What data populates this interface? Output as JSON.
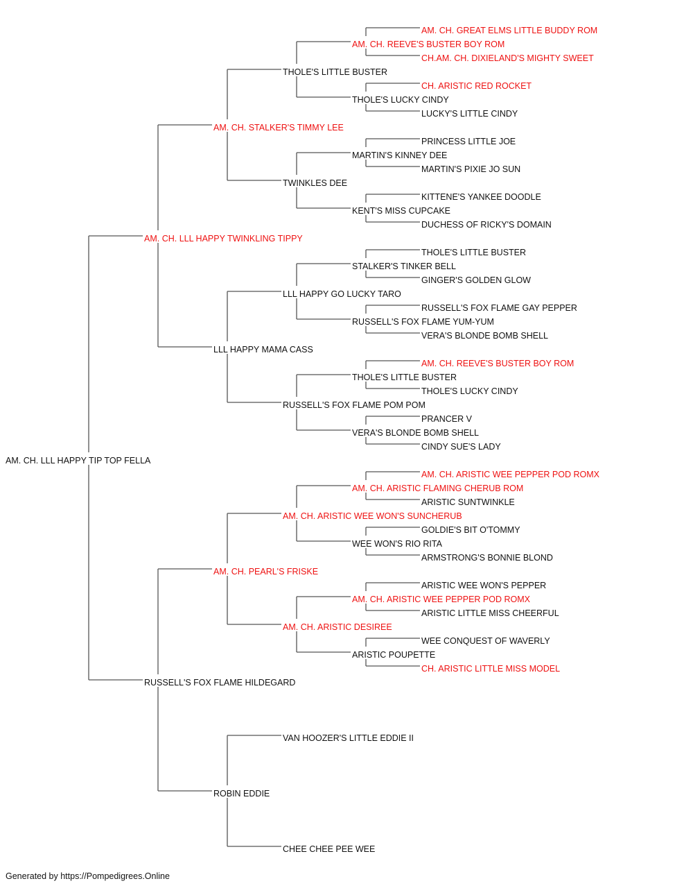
{
  "colors": {
    "champion": "#ee1111",
    "normal": "#111111",
    "line": "#555555"
  },
  "pedigree": {
    "name": "AM. CH. LLL HAPPY TIP TOP FELLA",
    "champion": false,
    "sire": {
      "name": "AM. CH. LLL HAPPY TWINKLING TIPPY",
      "champion": true,
      "sire": {
        "name": "AM. CH. STALKER'S TIMMY LEE",
        "champion": true,
        "sire": {
          "name": "THOLE'S LITTLE BUSTER",
          "champion": false,
          "sire": {
            "name": "AM. CH. REEVE'S BUSTER BOY ROM",
            "champion": true,
            "sire": {
              "name": "AM. CH. GREAT ELMS LITTLE BUDDY ROM",
              "champion": true
            },
            "dam": {
              "name": "CH.AM. CH. DIXIELAND'S MIGHTY SWEET",
              "champion": true
            }
          },
          "dam": {
            "name": "THOLE'S LUCKY CINDY",
            "champion": false,
            "sire": {
              "name": "CH. ARISTIC RED ROCKET",
              "champion": true
            },
            "dam": {
              "name": "LUCKY'S LITTLE CINDY",
              "champion": false
            }
          }
        },
        "dam": {
          "name": "TWINKLES DEE",
          "champion": false,
          "sire": {
            "name": "MARTIN'S KINNEY DEE",
            "champion": false,
            "sire": {
              "name": "PRINCESS LITTLE JOE",
              "champion": false
            },
            "dam": {
              "name": "MARTIN'S PIXIE JO SUN",
              "champion": false
            }
          },
          "dam": {
            "name": "KENT'S MISS CUPCAKE",
            "champion": false,
            "sire": {
              "name": "KITTENE'S YANKEE DOODLE",
              "champion": false
            },
            "dam": {
              "name": "DUCHESS OF RICKY'S DOMAIN",
              "champion": false
            }
          }
        }
      },
      "dam": {
        "name": "LLL HAPPY MAMA CASS",
        "champion": false,
        "sire": {
          "name": "LLL HAPPY GO LUCKY TARO",
          "champion": false,
          "sire": {
            "name": "STALKER'S TINKER BELL",
            "champion": false,
            "sire": {
              "name": "THOLE'S LITTLE BUSTER",
              "champion": false
            },
            "dam": {
              "name": "GINGER'S GOLDEN GLOW",
              "champion": false
            }
          },
          "dam": {
            "name": "RUSSELL'S FOX FLAME YUM-YUM",
            "champion": false,
            "sire": {
              "name": "RUSSELL'S FOX FLAME GAY PEPPER",
              "champion": false
            },
            "dam": {
              "name": "VERA'S BLONDE BOMB SHELL",
              "champion": false
            }
          }
        },
        "dam": {
          "name": "RUSSELL'S FOX FLAME POM POM",
          "champion": false,
          "sire": {
            "name": "THOLE'S LITTLE BUSTER",
            "champion": false,
            "sire": {
              "name": "AM. CH. REEVE'S BUSTER BOY ROM",
              "champion": true
            },
            "dam": {
              "name": "THOLE'S LUCKY CINDY",
              "champion": false
            }
          },
          "dam": {
            "name": "VERA'S BLONDE BOMB SHELL",
            "champion": false,
            "sire": {
              "name": "PRANCER V",
              "champion": false
            },
            "dam": {
              "name": "CINDY SUE'S LADY",
              "champion": false
            }
          }
        }
      }
    },
    "dam": {
      "name": "RUSSELL'S FOX FLAME HILDEGARD",
      "champion": false,
      "sire": {
        "name": "AM. CH. PEARL'S FRISKE",
        "champion": true,
        "sire": {
          "name": "AM. CH. ARISTIC WEE WON'S SUNCHERUB",
          "champion": true,
          "sire": {
            "name": "AM. CH. ARISTIC FLAMING CHERUB ROM",
            "champion": true,
            "sire": {
              "name": "AM. CH. ARISTIC WEE PEPPER POD ROMX",
              "champion": true
            },
            "dam": {
              "name": "ARISTIC SUNTWINKLE",
              "champion": false
            }
          },
          "dam": {
            "name": "WEE WON'S RIO RITA",
            "champion": false,
            "sire": {
              "name": "GOLDIE'S BIT O'TOMMY",
              "champion": false
            },
            "dam": {
              "name": "ARMSTRONG'S BONNIE BLOND",
              "champion": false
            }
          }
        },
        "dam": {
          "name": "AM. CH. ARISTIC DESIREE",
          "champion": true,
          "sire": {
            "name": "AM. CH. ARISTIC WEE PEPPER POD ROMX",
            "champion": true,
            "sire": {
              "name": "ARISTIC WEE WON'S PEPPER",
              "champion": false
            },
            "dam": {
              "name": "ARISTIC LITTLE MISS CHEERFUL",
              "champion": false
            }
          },
          "dam": {
            "name": "ARISTIC POUPETTE",
            "champion": false,
            "sire": {
              "name": "WEE CONQUEST OF WAVERLY",
              "champion": false
            },
            "dam": {
              "name": "CH. ARISTIC LITTLE MISS MODEL",
              "champion": true
            }
          }
        }
      },
      "dam": {
        "name": "ROBIN EDDIE",
        "champion": false,
        "sire": {
          "name": "VAN HOOZER'S LITTLE EDDIE II",
          "champion": false
        },
        "dam": {
          "name": "CHEE CHEE PEE WEE",
          "champion": false
        }
      }
    }
  },
  "footer": "Generated by https://Pompedigrees.Online"
}
